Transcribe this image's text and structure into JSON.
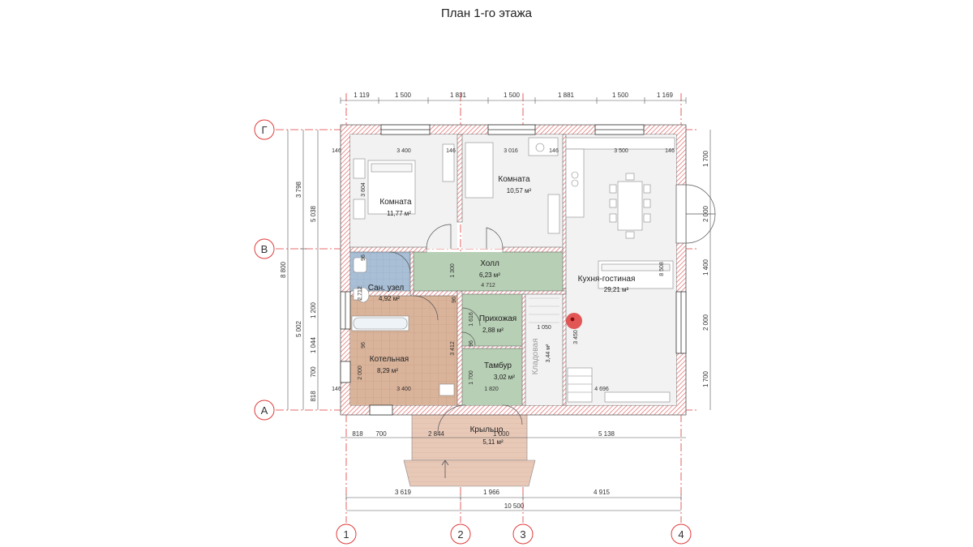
{
  "title": "План 1-го этажа",
  "colors": {
    "wall_hatch": "#e06666",
    "axis_circle": "#e03b3b",
    "hall_green": "#b7cfb4",
    "bath_blue": "#a9bfd6",
    "boiler_tile": "#d9b39a",
    "porch": "#e8c9b8",
    "room_fill": "#f2f2f2"
  },
  "axes": {
    "rows": [
      {
        "label": "Г"
      },
      {
        "label": "В"
      },
      {
        "label": "А"
      }
    ],
    "cols": [
      {
        "label": "1"
      },
      {
        "label": "2"
      },
      {
        "label": "3"
      },
      {
        "label": "4"
      }
    ]
  },
  "top_dims": [
    "1 119",
    "1 500",
    "1 831",
    "1 500",
    "1 881",
    "1 500",
    "1 169"
  ],
  "bottom_dims": [
    "818",
    "700",
    "2 844",
    "1 000",
    "5 138"
  ],
  "overall_bottom_dims": [
    "3 619",
    "1 966",
    "4 915"
  ],
  "total_width": "10 500",
  "left_dims_outer": [
    "8 800"
  ],
  "left_dims_mid": [
    "3 798",
    "5 002"
  ],
  "left_dims_inner": [
    "5 038",
    "1 200",
    "1 044",
    "700",
    "818"
  ],
  "right_dims": [
    "1 700",
    "2 000",
    "1 400",
    "2 000",
    "1 700"
  ],
  "interior_dims": {
    "r1_w": "3 400",
    "r2_w": "3 016",
    "k_w": "3 500",
    "wall146a": "146",
    "wall146b": "146",
    "wall146c": "146",
    "wall146d": "146",
    "wall146e": "146",
    "r1_h": "3 604",
    "hall_h": "1 300",
    "hall_w": "4 712",
    "bath_h": "2 712",
    "boiler_h": "2 000",
    "boiler_w": "3 400",
    "vest_w": "1 820",
    "entry_h1": "1 616",
    "entry_h2": "1 700",
    "mid_v": "3 412",
    "stor_w": "1 050",
    "kitchen_h1": "8 508",
    "kitchen_h2": "3 450",
    "kitchen_w": "4 696",
    "w96a": "96",
    "w96b": "96",
    "w96c": "96",
    "w96d": "96"
  },
  "rooms": [
    {
      "name": "Комната",
      "area": "11,77 м²"
    },
    {
      "name": "Комната",
      "area": "10,57 м²"
    },
    {
      "name": "Кухня-гостиная",
      "area": "29,21 м²"
    },
    {
      "name": "Холл",
      "area": "6,23 м²"
    },
    {
      "name": "Сан. узел",
      "area": "4,92 м²"
    },
    {
      "name": "Прихожая",
      "area": "2,88 м²"
    },
    {
      "name": "Котельная",
      "area": "8,29 м²"
    },
    {
      "name": "Тамбур",
      "area": "3,02 м²"
    },
    {
      "name": "Кладовая",
      "area": "3,44 м²"
    },
    {
      "name": "Крыльцо",
      "area": "5,11 м²"
    }
  ]
}
